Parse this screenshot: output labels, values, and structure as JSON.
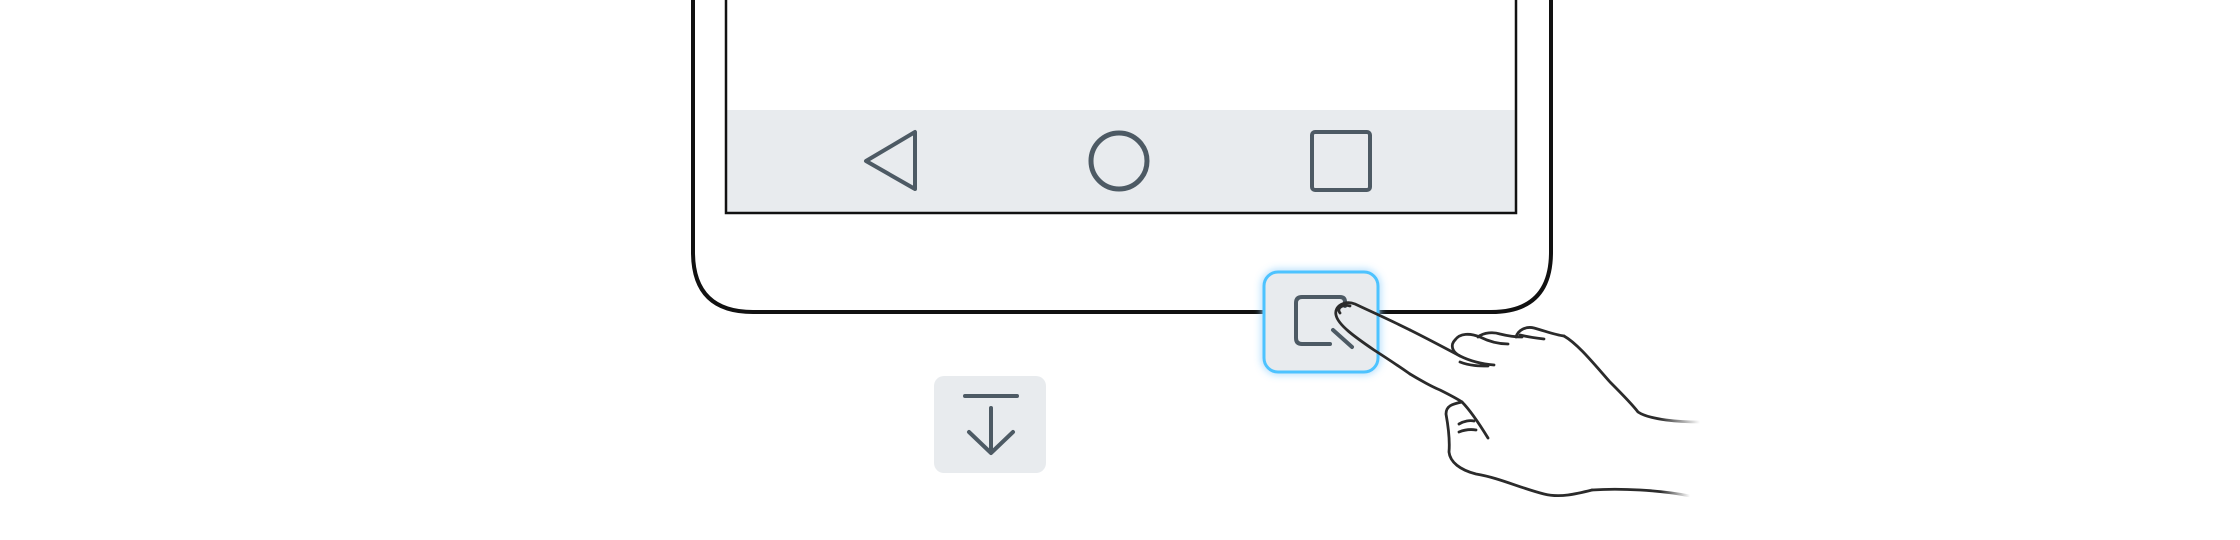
{
  "illustration": {
    "phone": {
      "nav_bar": {
        "buttons": [
          {
            "name": "back",
            "icon": "triangle-back-icon"
          },
          {
            "name": "home",
            "icon": "circle-home-icon"
          },
          {
            "name": "recents",
            "icon": "square-recents-icon"
          }
        ]
      }
    },
    "gesture_button": {
      "icon": "screenshot-crop-icon",
      "state": "pressed-highlighted"
    },
    "scroll_button": {
      "icon": "scroll-down-to-bottom-icon"
    },
    "hand": {
      "icon": "pointing-hand-icon",
      "action": "tap"
    }
  },
  "colors": {
    "phone_outline": "#111111",
    "navbar_fill": "#e8ebee",
    "icon_stroke": "#4d5a64",
    "button_fill": "#e8ebee",
    "glow": "#4dc3ff",
    "hand_stroke": "#2b2b2b"
  }
}
